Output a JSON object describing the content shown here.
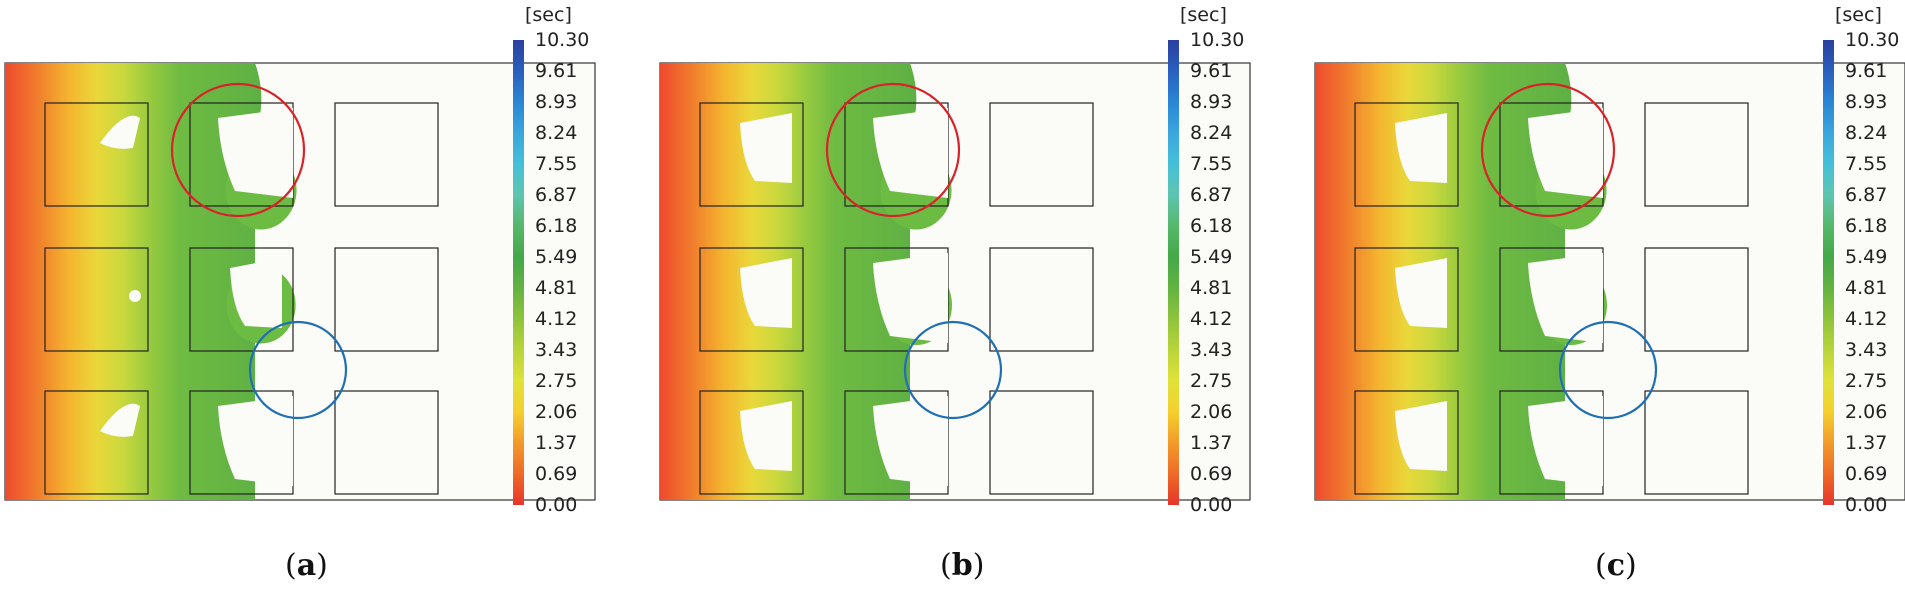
{
  "panels": [
    {
      "id": "a",
      "caption_letter": "a",
      "slot_fill": [
        0.55,
        0.45,
        0.55
      ],
      "holes": [
        {
          "cell": "r0c0",
          "shape": "small"
        },
        {
          "cell": "r1c0",
          "shape": "dot"
        },
        {
          "cell": "r2c0",
          "shape": "small"
        },
        {
          "cell": "r0c1",
          "shape": "large"
        },
        {
          "cell": "r1c1",
          "shape": "med"
        },
        {
          "cell": "r2c1",
          "shape": "large"
        }
      ]
    },
    {
      "id": "b",
      "caption_letter": "b",
      "slot_fill": [
        0.55,
        0.6,
        0.55
      ],
      "holes": [
        {
          "cell": "r0c0",
          "shape": "med"
        },
        {
          "cell": "r1c0",
          "shape": "med"
        },
        {
          "cell": "r2c0",
          "shape": "med"
        },
        {
          "cell": "r0c1",
          "shape": "large"
        },
        {
          "cell": "r1c1",
          "shape": "large"
        },
        {
          "cell": "r2c1",
          "shape": "large"
        }
      ]
    },
    {
      "id": "c",
      "caption_letter": "c",
      "slot_fill": [
        0.55,
        0.6,
        0.55
      ],
      "holes": [
        {
          "cell": "r0c0",
          "shape": "med"
        },
        {
          "cell": "r1c0",
          "shape": "med"
        },
        {
          "cell": "r2c0",
          "shape": "med"
        },
        {
          "cell": "r0c1",
          "shape": "large"
        },
        {
          "cell": "r1c1",
          "shape": "large"
        },
        {
          "cell": "r2c1",
          "shape": "large"
        }
      ]
    }
  ],
  "legend": {
    "unit": "[sec]",
    "ticks": [
      "10.30",
      "9.61",
      "8.93",
      "8.24",
      "7.55",
      "6.87",
      "6.18",
      "5.49",
      "4.81",
      "4.12",
      "3.43",
      "2.75",
      "2.06",
      "1.37",
      "0.69",
      "0.00"
    ],
    "colors_top_to_bottom": [
      "#2b3f9e",
      "#2a5fbf",
      "#2a86d4",
      "#3aa6dd",
      "#45c0d8",
      "#5ec4b0",
      "#55b86a",
      "#44a848",
      "#62b341",
      "#8fc33c",
      "#b9d43a",
      "#dfe23a",
      "#f5cf2e",
      "#f29a2a",
      "#ee6a28",
      "#e8352a"
    ]
  },
  "markers": {
    "red_circle_color": "#d8232a",
    "blue_circle_color": "#1f6fb5"
  }
}
